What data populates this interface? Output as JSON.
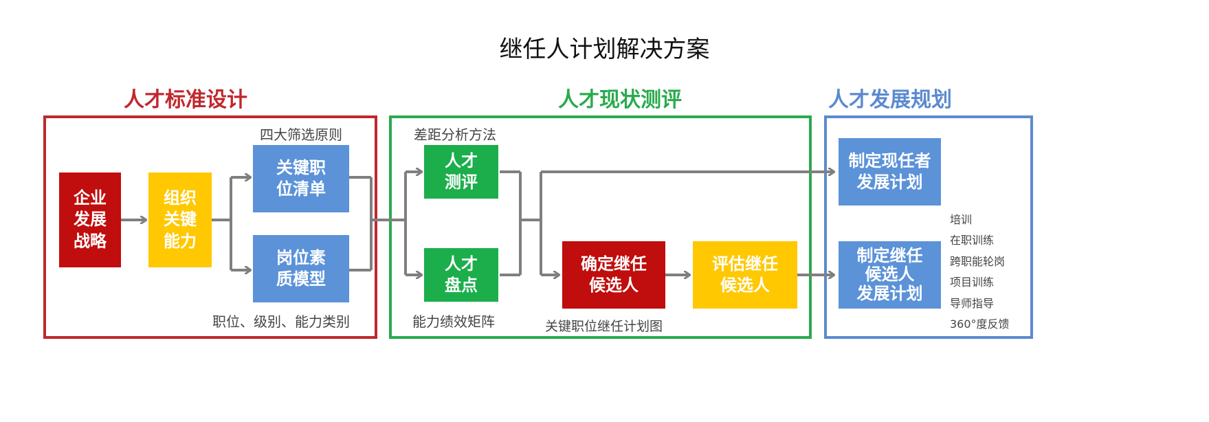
{
  "title": "继任人计划解决方案",
  "colors": {
    "red_section": "#c0272d",
    "green_section": "#2aaa4e",
    "blue_section": "#5b8ad0",
    "red_box": "#c00d0d",
    "yellow_box": "#ffc800",
    "blue_box": "#5b92d8",
    "green_box": "#1bae4b",
    "arrow": "#7f7f7f"
  },
  "sections": {
    "standard": {
      "title": "人才标准设计",
      "note_top": "四大筛选原则",
      "note_bottom": "职位、级别、能力类别",
      "box_strategy": "企业\n发展\n战略",
      "box_capability": "组织\n关键\n能力",
      "box_positions": "关键职\n位清单",
      "box_model": "岗位素\n质模型"
    },
    "assessment": {
      "title": "人才现状测评",
      "note_top": "差距分析方法",
      "note_bottom": "能力绩效矩阵",
      "box_evaluate": "人才\n测评",
      "box_inventory": "人才\n盘点",
      "box_determine": "确定继任\n候选人",
      "box_evaluate_candidates": "评估继任\n候选人",
      "note_plan_map": "关键职位继任计划图"
    },
    "development": {
      "title": "人才发展规划",
      "box_incumbent": "制定现任者\n发展计划",
      "box_successor": "制定继任\n候选人\n发展计划",
      "methods": [
        "培训",
        "在职训练",
        "跨职能轮岗",
        "项目训练",
        "导师指导",
        "360°度反馈"
      ]
    }
  }
}
